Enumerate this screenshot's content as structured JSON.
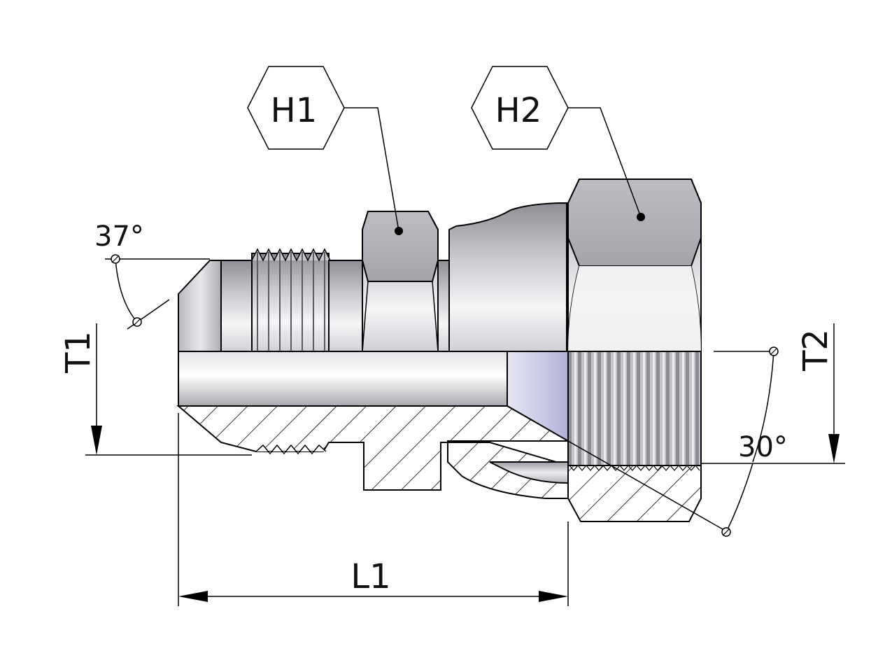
{
  "labels": {
    "h1": "H1",
    "h2": "H2",
    "t1": "T1",
    "t2": "T2",
    "l1": "L1",
    "angle_left": "37°",
    "angle_right": "30°"
  },
  "colors": {
    "metal_light": "#f4f4f6",
    "metal_mid": "#c6c6cc",
    "metal_dark": "#8e8e94",
    "hex_flat": "#b0b0b6",
    "bore_blue": "#c8c8e6",
    "hatch": "#ffffff",
    "line": "#000000"
  }
}
